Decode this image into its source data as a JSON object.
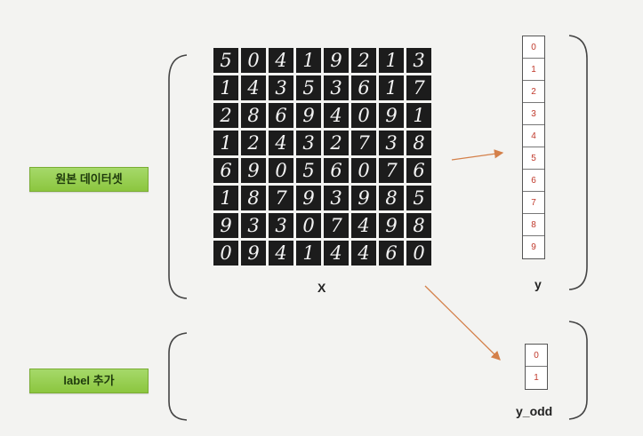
{
  "labels": {
    "original_dataset": "원본 데이터셋",
    "add_label": "label 추가"
  },
  "captions": {
    "x": "X",
    "y": "y",
    "y_odd": "y_odd"
  },
  "digit_grid": [
    [
      "5",
      "0",
      "4",
      "1",
      "9",
      "2",
      "1",
      "3"
    ],
    [
      "1",
      "4",
      "3",
      "5",
      "3",
      "6",
      "1",
      "7"
    ],
    [
      "2",
      "8",
      "6",
      "9",
      "4",
      "0",
      "9",
      "1"
    ],
    [
      "1",
      "2",
      "4",
      "3",
      "2",
      "7",
      "3",
      "8"
    ],
    [
      "6",
      "9",
      "0",
      "5",
      "6",
      "0",
      "7",
      "6"
    ],
    [
      "1",
      "8",
      "7",
      "9",
      "3",
      "9",
      "8",
      "5"
    ],
    [
      "9",
      "3",
      "3",
      "0",
      "7",
      "4",
      "9",
      "8"
    ],
    [
      "0",
      "9",
      "4",
      "1",
      "4",
      "4",
      "6",
      "0"
    ]
  ],
  "y_vector": [
    "0",
    "1",
    "2",
    "3",
    "4",
    "5",
    "6",
    "7",
    "8",
    "9"
  ],
  "y_odd_vector": [
    "0",
    "1"
  ],
  "colors": {
    "tag_green": "#8cc63f",
    "arrow": "#d4804a",
    "vector_text": "#c0392b"
  }
}
